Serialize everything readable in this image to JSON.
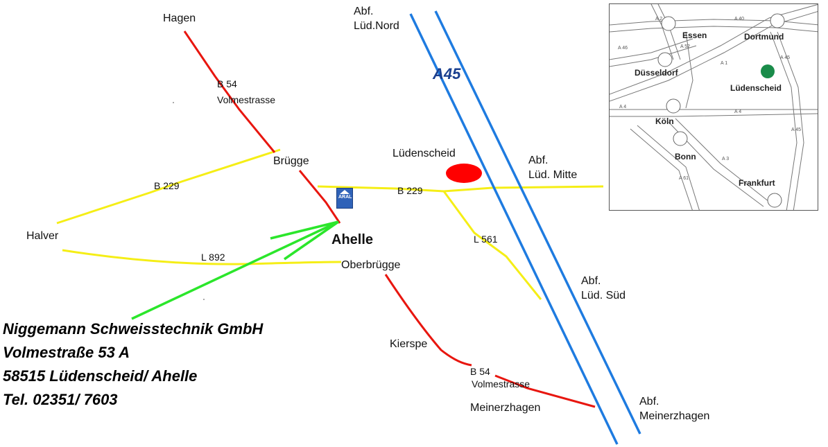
{
  "colors": {
    "federal_road": "#e8160f",
    "regional_road": "#f5ee16",
    "autobahn": "#1e7be0",
    "arrow": "#2be62b",
    "destination": "#ff0000",
    "highlight": "#1a8c4a"
  },
  "places": {
    "hagen": "Hagen",
    "bruegge": "Brügge",
    "halver": "Halver",
    "ahelle": "Ahelle",
    "oberbruegge": "Oberbrügge",
    "kierspe": "Kierspe",
    "meinerzhagen": "Meinerzhagen",
    "luedenscheid": "Lüdenscheid"
  },
  "roads": {
    "b54_north_number": "B 54",
    "b54_north_name": "Volmestrasse",
    "b54_south_number": "B 54",
    "b54_south_name": "Volmestrasse",
    "b229_west": "B 229",
    "b229_east": "B 229",
    "l892": "L 892",
    "l561": "L 561",
    "a45": "A45"
  },
  "exits": {
    "nord_1": "Abf.",
    "nord_2": "Lüd.Nord",
    "mitte_1": "Abf.",
    "mitte_2": "Lüd. Mitte",
    "sued_1": "Abf.",
    "sued_2": "Lüd. Süd",
    "meinerzhagen_1": "Abf.",
    "meinerzhagen_2": "Meinerzhagen"
  },
  "aral_logo": "ARAL",
  "address": {
    "company": "Niggemann Schweisstechnik GmbH",
    "street": "Volmestraße 53 A",
    "city": "58515 Lüdenscheid/ Ahelle",
    "phone": "Tel. 02351/ 7603"
  },
  "inset": {
    "cities": {
      "essen": "Essen",
      "dortmund": "Dortmund",
      "duesseldorf": "Düsseldorf",
      "luedenscheid": "Lüdenscheid",
      "koeln": "Köln",
      "bonn": "Bonn",
      "frankfurt": "Frankfurt"
    },
    "roads": {
      "a2": "A 2",
      "a40": "A 40",
      "a52": "A 52",
      "a46": "A 46",
      "a1": "A 1",
      "a45_top": "A 45",
      "a45_bottom": "A 45",
      "a4_left": "A 4",
      "a4_mid": "A 4",
      "a3": "A 3",
      "a61": "A 61"
    }
  }
}
